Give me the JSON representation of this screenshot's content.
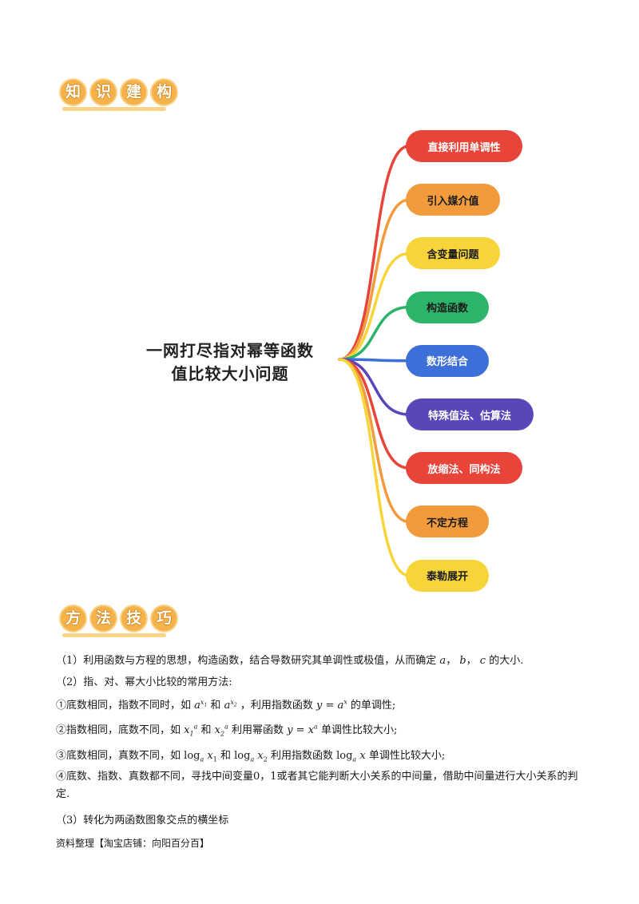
{
  "section1": {
    "chars": [
      "知",
      "识",
      "建",
      "构"
    ]
  },
  "mindmap": {
    "central_line1": "一网打尽指对幂等函数",
    "central_line2": "值比较大小问题",
    "branches": [
      {
        "label": "直接利用单调性",
        "color": "#e8443a",
        "text": "light"
      },
      {
        "label": "引入媒介值",
        "color": "#f29b3c",
        "text": "dark"
      },
      {
        "label": "含变量问题",
        "color": "#f7d53a",
        "text": "dark"
      },
      {
        "label": "构造函数",
        "color": "#2cb56a",
        "text": "dark"
      },
      {
        "label": "数形结合",
        "color": "#3d6fd8",
        "text": "light"
      },
      {
        "label": "特殊值法、估算法",
        "color": "#5a46b8",
        "text": "light"
      },
      {
        "label": "放缩法、同构法",
        "color": "#e8443a",
        "text": "light"
      },
      {
        "label": "不定方程",
        "color": "#f29b3c",
        "text": "dark"
      },
      {
        "label": "泰勒展开",
        "color": "#f7d53a",
        "text": "dark"
      }
    ]
  },
  "section2": {
    "chars": [
      "方",
      "法",
      "技",
      "巧"
    ]
  },
  "content": {
    "p1": "（1）利用函数与方程的思想，构造函数，结合导数研究其单调性或极值，从而确定",
    "p1_vars": [
      "a",
      "b",
      "c"
    ],
    "p1_tail": "的大小.",
    "p2": "（2）指、对、幂大小比较的常用方法:",
    "l1_prefix": "①底数相同，指数不同时，如",
    "l1_mid": "和",
    "l1_after": "，利用指数函数",
    "l1_tail": "的单调性;",
    "l2_prefix": "②指数相同，底数不同，如",
    "l2_mid": "和",
    "l2_after": "利用幂函数",
    "l2_tail": "单调性比较大小;",
    "l3_prefix": "③底数相同，真数不同，如",
    "l3_mid": "和",
    "l3_after": "利用指数函数",
    "l3_tail": "单调性比较大小;",
    "l4": "④底数、指数、真数都不同，寻找中间变量0，1或者其它能判断大小关系的中间量，借助中间量进行大小关系的判定.",
    "p3": "（3）转化为两函数图象交点的横坐标"
  },
  "footer": "资料整理【淘宝店铺：向阳百分百】"
}
